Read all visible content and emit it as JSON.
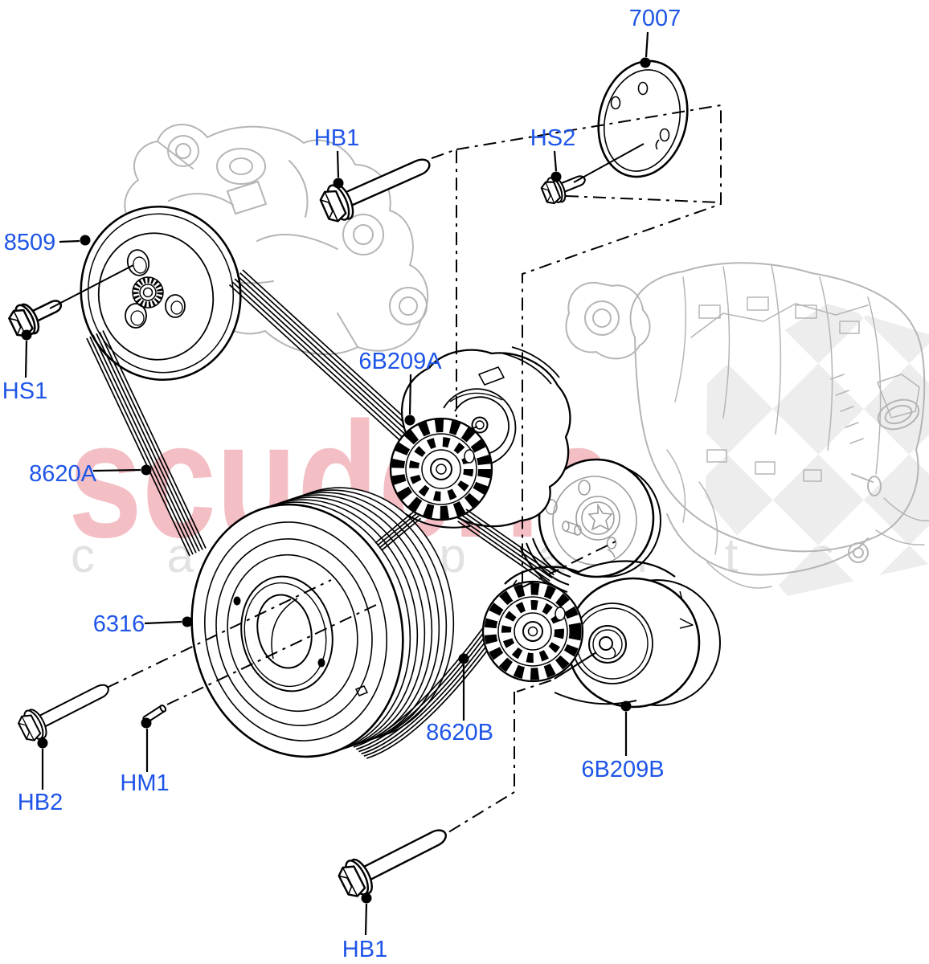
{
  "diagram": {
    "type": "exploded-parts-diagram",
    "subject": "pulleys-and-drive-belts",
    "watermark": {
      "primary": "scuderia",
      "secondary": "car parts"
    },
    "colors": {
      "background": "#ffffff",
      "label_blue": "#1e55e8",
      "art_black": "#000000",
      "ghost_gray": "#b5b5b5",
      "idler_face_gray": "#9c9c9c",
      "watermark_pink": "#f3bec4",
      "watermark_gray": "#e2e2e2",
      "checker_gray": "#ededed"
    },
    "labels": [
      {
        "id": "7007",
        "text": "7007"
      },
      {
        "id": "hb1-top",
        "text": "HB1"
      },
      {
        "id": "hs2",
        "text": "HS2"
      },
      {
        "id": "8509",
        "text": "8509"
      },
      {
        "id": "hs1",
        "text": "HS1"
      },
      {
        "id": "8620a",
        "text": "8620A"
      },
      {
        "id": "6b209a",
        "text": "6B209A"
      },
      {
        "id": "6316",
        "text": "6316"
      },
      {
        "id": "8620b",
        "text": "8620B"
      },
      {
        "id": "hm1",
        "text": "HM1"
      },
      {
        "id": "hb2",
        "text": "HB2"
      },
      {
        "id": "6b209b",
        "text": "6B209B"
      },
      {
        "id": "hb1-bottom",
        "text": "HB1"
      }
    ]
  }
}
